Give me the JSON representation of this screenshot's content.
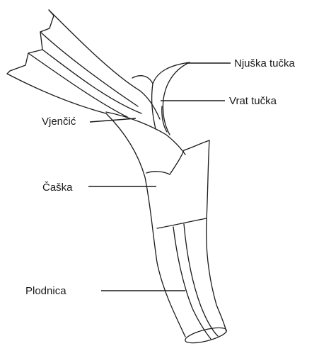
{
  "labels": {
    "stigma": "Njuška tučka",
    "style": "Vrat tučka",
    "corolla": "Vjenčić",
    "calyx": "Čaška",
    "ovary": "Plodnica"
  }
}
